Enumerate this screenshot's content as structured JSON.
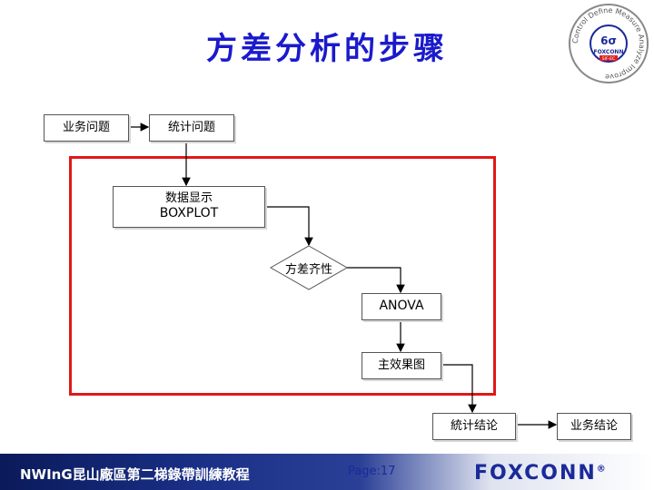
{
  "title": "方差分析的步骤",
  "logo": {
    "ring_text": "Control Define Measure Analyze Improve",
    "center": "6σ",
    "brand": "FOXCONN",
    "sub": "SIF-EC"
  },
  "flow": {
    "business_problem": "业务问题",
    "stat_problem": "统计问题",
    "data_display": "数据显示",
    "boxplot": "BOXPLOT",
    "equal_variance": "方差齐性",
    "anova": "ANOVA",
    "main_effects": "主效果图",
    "stat_conclusion": "統计结论",
    "business_conclusion": "业务结论"
  },
  "footer": {
    "left": "NWInG昆山廠區第二梯錄帶訓練教程",
    "page": "Page:17",
    "brand": "FOXCONN",
    "registered": "®"
  },
  "colors": {
    "title": "#1a1acc",
    "frame": "#e01818",
    "footer_dark": "#0a1a5a",
    "brand": "#1a2a9a"
  }
}
